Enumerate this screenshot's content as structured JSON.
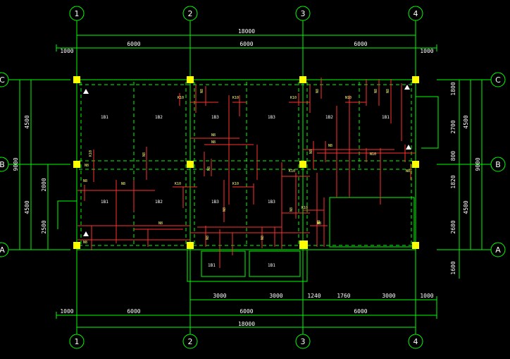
{
  "grid_labels": {
    "axes_x": [
      "1",
      "2",
      "3",
      "4"
    ],
    "axes_y": [
      "C",
      "B",
      "A"
    ]
  },
  "dimensions": {
    "top_total": "18000",
    "top_segments": [
      "1000",
      "6000",
      "6000",
      "6000",
      "1000"
    ],
    "bottom_total": "18000",
    "bottom_segments": [
      "1000",
      "6000",
      "6000",
      "6000",
      "1000"
    ],
    "bottom_inner_segments": [
      "3000",
      "3000",
      "1240",
      "1760",
      "3000"
    ],
    "left_total": "9000",
    "left_segments": [
      "4500",
      "4500"
    ],
    "left_inner": [
      "2000",
      "2500"
    ],
    "right_total": "9000",
    "right_segments": [
      "4500",
      "4500"
    ],
    "right_inner": [
      "1800",
      "2700",
      "800",
      "1820",
      "2680",
      "1600"
    ]
  },
  "beam_labels": {
    "k10": "K10",
    "n8": "N8",
    "n10": "N10",
    "b1": "1B1",
    "b2": "1B2",
    "b3": "1B3"
  },
  "colors": {
    "background": "#000000",
    "grid": "#00ff00",
    "dimension": "#ffffff",
    "rebar": "#ff3030",
    "column": "#ffff00",
    "text": "#ffff80"
  }
}
